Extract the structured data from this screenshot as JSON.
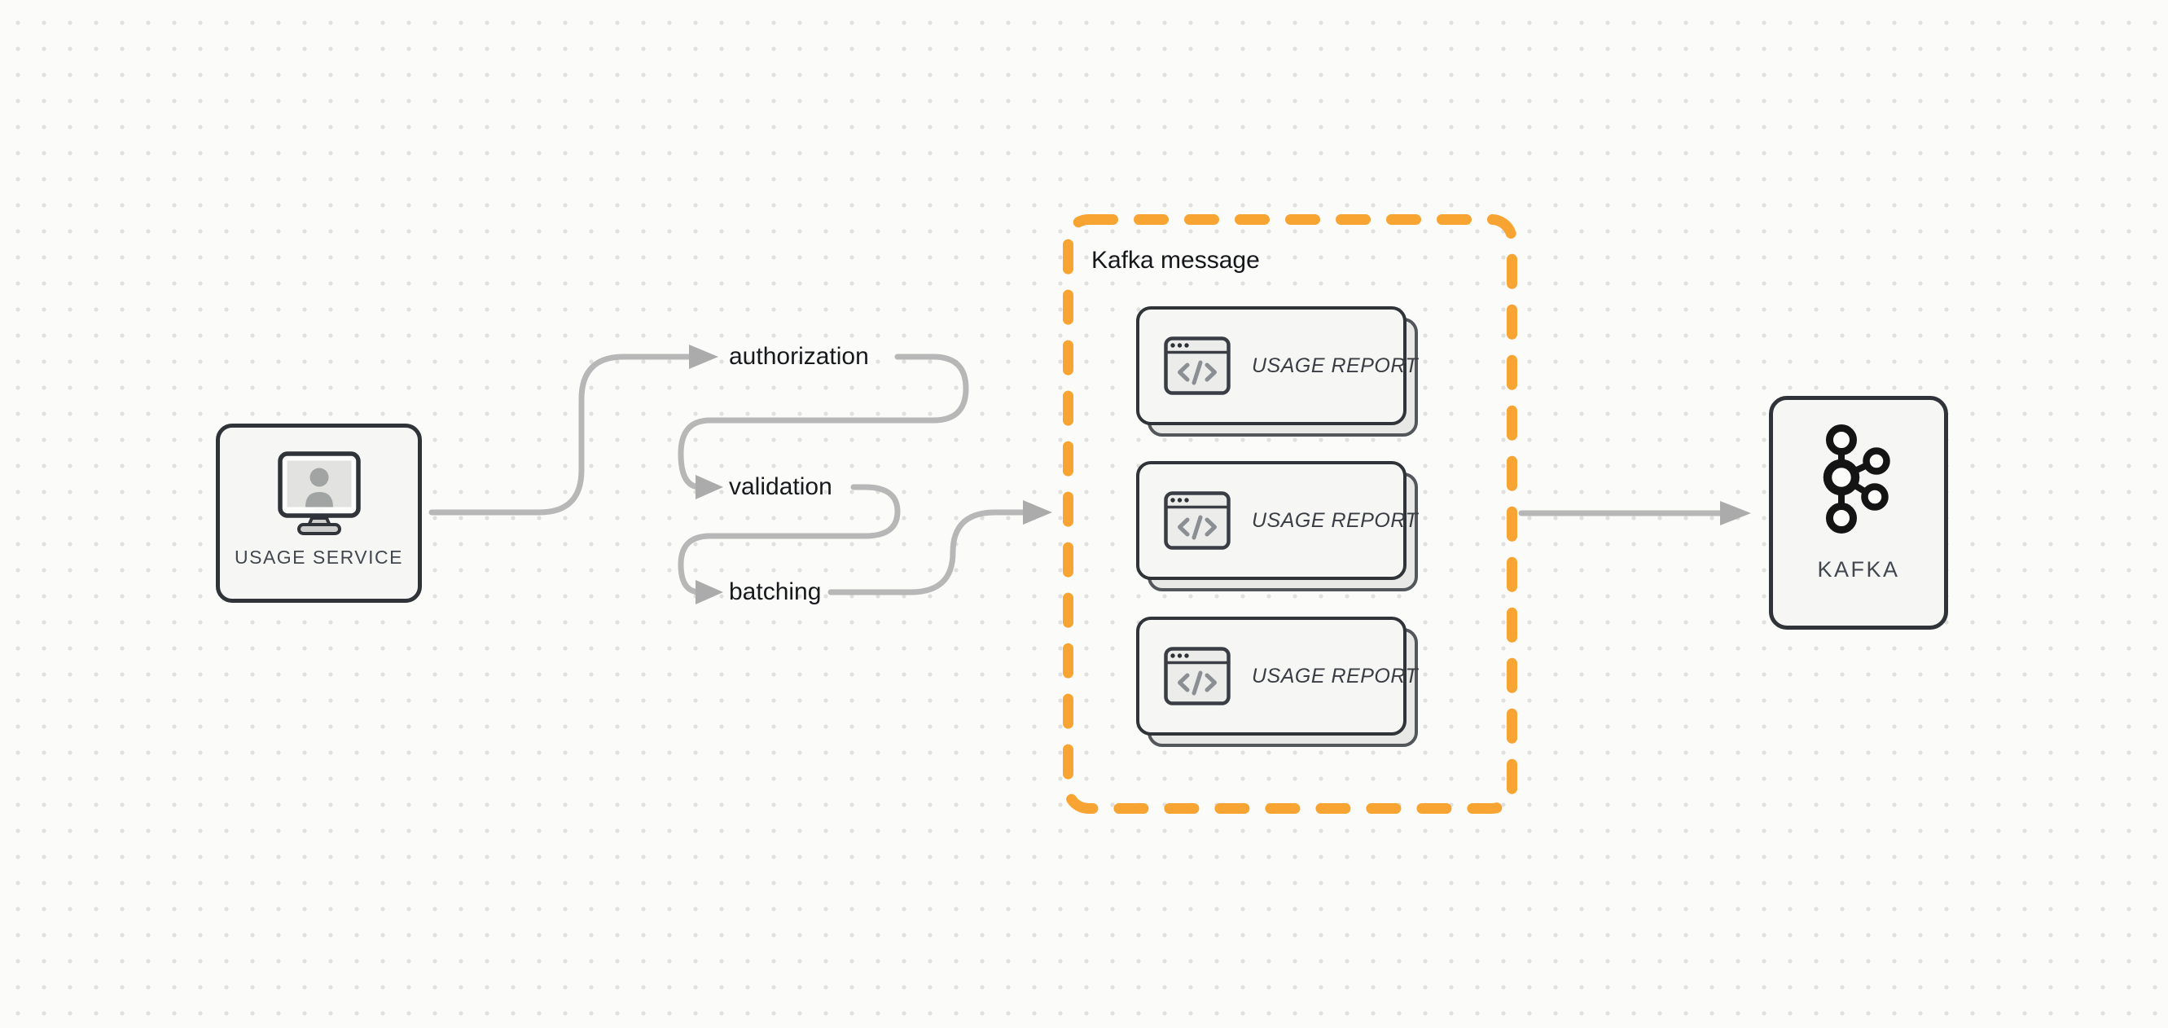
{
  "diagram": {
    "usage_service": {
      "label": "USAGE SERVICE",
      "icon": "monitor-user-icon"
    },
    "pipeline_steps": [
      {
        "label": "authorization"
      },
      {
        "label": "validation"
      },
      {
        "label": "batching"
      }
    ],
    "kafka_group": {
      "title": "Kafka message",
      "cards": [
        {
          "label": "USAGE REPORT",
          "icon": "code-window-icon"
        },
        {
          "label": "USAGE REPORT",
          "icon": "code-window-icon"
        },
        {
          "label": "USAGE REPORT",
          "icon": "code-window-icon"
        }
      ]
    },
    "kafka": {
      "label": "KAFKA",
      "icon": "kafka-logo-icon"
    },
    "colors": {
      "background": "#fbfbfa",
      "grid_dot": "#dfdfde",
      "node_border": "#303338",
      "node_fill": "#f6f6f4",
      "arrow": "#b7b7b7",
      "accent_orange": "#f8a433",
      "text_dark": "#17191d",
      "text_gray": "#42474f"
    }
  }
}
